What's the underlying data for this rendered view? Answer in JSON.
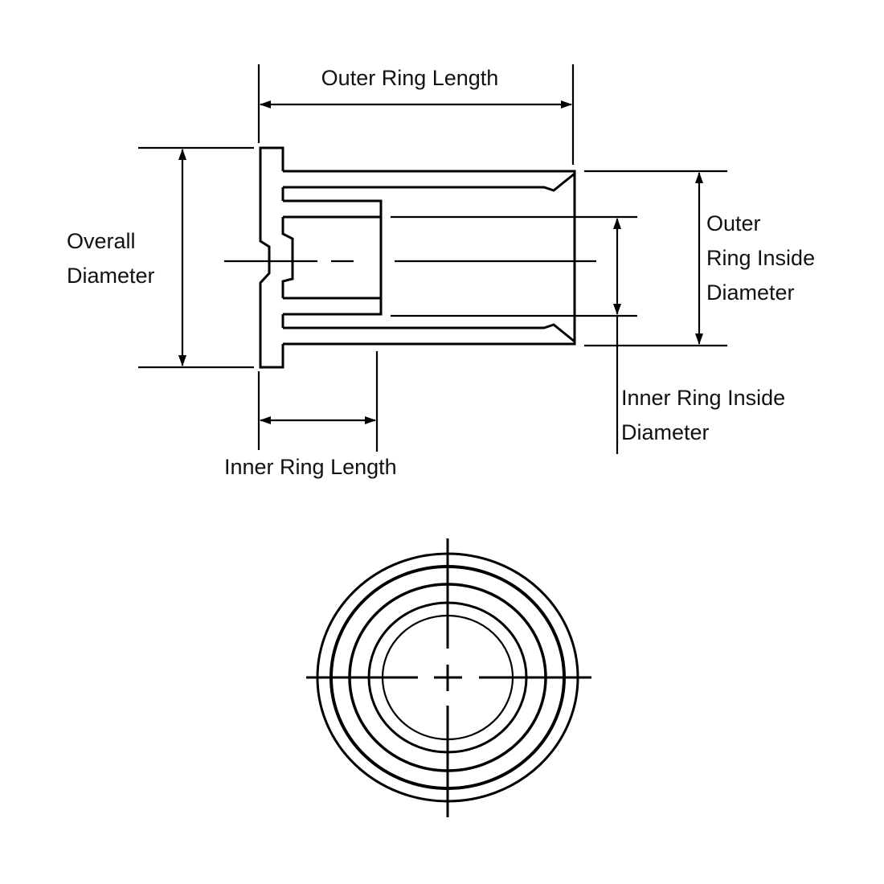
{
  "labels": {
    "outer_ring_length": "Outer Ring Length",
    "overall_diameter": [
      "Overall",
      "Diameter"
    ],
    "outer_ring_inside_diameter": [
      "Outer",
      "Ring Inside",
      "Diameter"
    ],
    "inner_ring_inside_diameter": [
      "Inner Ring Inside",
      "Diameter"
    ],
    "inner_ring_length": "Inner Ring Length"
  },
  "colors": {
    "line": "#000000",
    "background": "#ffffff"
  }
}
